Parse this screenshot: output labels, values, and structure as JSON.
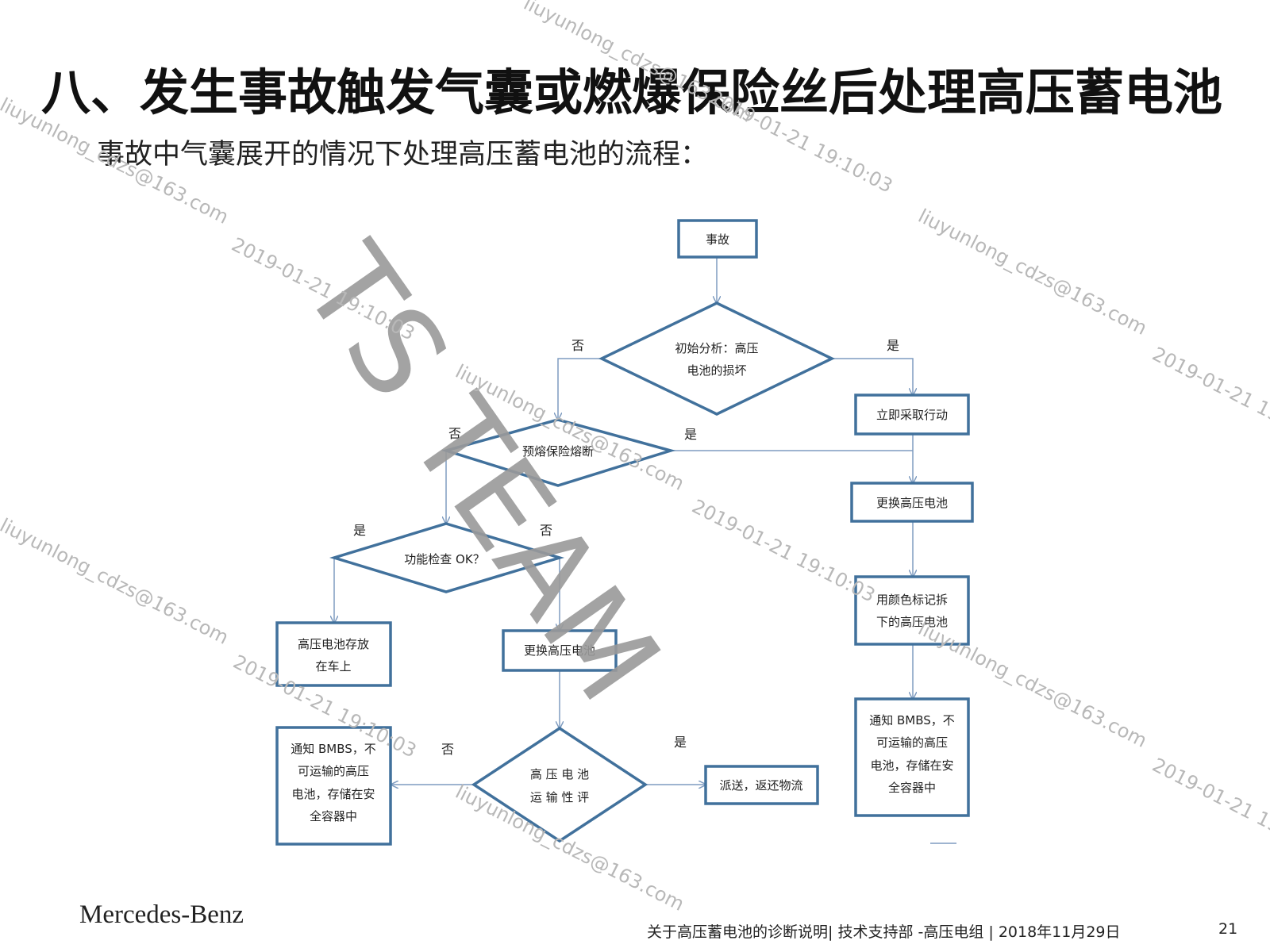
{
  "slide": {
    "title": "八、发生事故触发气囊或燃爆保险丝后处理高压蓄电池",
    "subtitle": "事故中气囊展开的情况下处理高压蓄电池的流程：",
    "brand": "Mercedes-Benz",
    "footer": "关于高压蓄电池的诊断说明| 技术支持部 -高压电组 | 2018年11月29日",
    "page_number": "21"
  },
  "watermark": {
    "big": "TS TEAM",
    "email": "liuyunlong_cdzs@163.com",
    "timestamp": "2019-01-21 19:10:03"
  },
  "flowchart": {
    "nodes": {
      "accident": [
        "事故"
      ],
      "initial_analysis": [
        "初始分析：高压",
        "电池的损坏"
      ],
      "immediate_action": [
        "立即采取行动"
      ],
      "fuse_blown": [
        "预熔保险熔断"
      ],
      "replace_battery_right": [
        "更换高压电池"
      ],
      "function_check": [
        "功能检查 OK？"
      ],
      "mark_removed": [
        "用颜色标记拆",
        "下的高压电池"
      ],
      "store_in_vehicle": [
        "高压电池存放",
        "在车上"
      ],
      "replace_battery_mid": [
        "更换高压电池"
      ],
      "notify_right": [
        "通知 BMBS，不",
        "可运输的高压",
        "电池，存储在安",
        "全容器中"
      ],
      "notify_left": [
        "通知 BMBS，不",
        "可运输的高压",
        "电池，存储在安",
        "全容器中"
      ],
      "transport_eval": [
        "高 压 电 池",
        "运 输 性 评"
      ],
      "dispatch": [
        "派送，返还物流"
      ]
    },
    "edge_labels": {
      "analysis_no": "否",
      "analysis_yes": "是",
      "fuse_no": "否",
      "fuse_yes": "是",
      "check_yes": "是",
      "check_no": "否",
      "transport_no": "否",
      "transport_yes": "是"
    },
    "colors": {
      "stroke": "#41719c",
      "arrow": "#7f9cc0"
    }
  }
}
